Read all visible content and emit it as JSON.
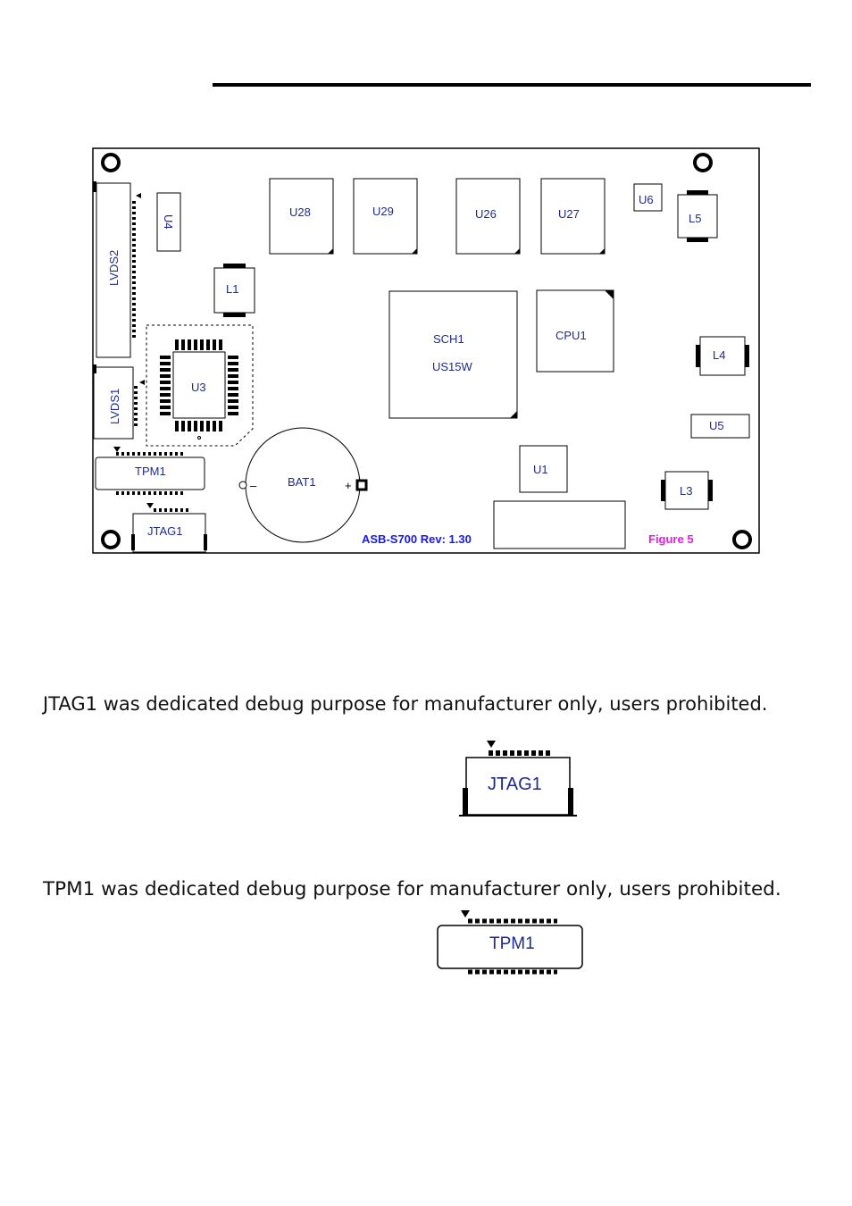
{
  "board": {
    "lvds2": "LVDS2",
    "lvds1": "LVDS1",
    "u4": "U4",
    "u28": "U28",
    "u29": "U29",
    "u26": "U26",
    "u27": "U27",
    "u6": "U6",
    "l5": "L5",
    "l1": "L1",
    "u3": "U3",
    "sch1": "SCH1",
    "sch1_part": "US15W",
    "cpu1": "CPU1",
    "l4": "L4",
    "u5": "U5",
    "tpm1": "TPM1",
    "bat1": "BAT1",
    "bat_minus": "–",
    "bat_plus": "+",
    "u1": "U1",
    "l3": "L3",
    "jtag1": "JTAG1",
    "revision": "ASB-S700 Rev: 1.30",
    "figure": "Figure 5",
    "revision_color": "#1a1ae6",
    "figure_color": "#e61ae6"
  },
  "notes": {
    "jtag": "JTAG1 was dedicated debug purpose for manufacturer only, users prohibited.",
    "tpm": "TPM1 was dedicated debug purpose for manufacturer only, users prohibited."
  },
  "details": {
    "jtag_label": "JTAG1",
    "tpm_label": "TPM1"
  }
}
